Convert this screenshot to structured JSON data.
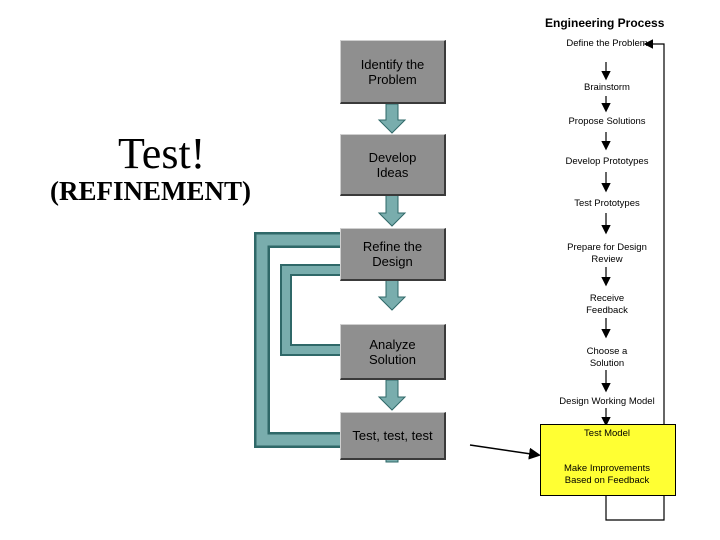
{
  "left_heading": {
    "test": "Test!",
    "refinement": "(REFINEMENT)"
  },
  "flow_boxes": [
    {
      "label": "Identify the Problem"
    },
    {
      "label": "Develop Ideas"
    },
    {
      "label": "Refine the Design"
    },
    {
      "label": "Analyze Solution"
    },
    {
      "label": "Test, test, test"
    }
  ],
  "engineering_process": {
    "title": "Engineering Process",
    "steps": [
      "Define the Problem",
      "Brainstorm",
      "Propose Solutions",
      "Develop Prototypes",
      "Test Prototypes",
      "Prepare for Design Review",
      "Receive Feedback",
      "Choose a Solution",
      "Design Working Model",
      "Test Model",
      "Make Improvements Based on Feedback"
    ]
  },
  "colors": {
    "box_fill": "#8f8f8f",
    "arrow_teal": "#6fa3a3",
    "highlight": "#ffff33"
  }
}
